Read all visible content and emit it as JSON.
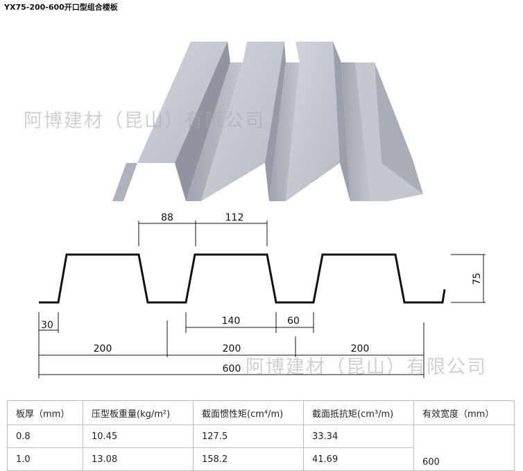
{
  "title": "YX75-200-600开口型组合楼板",
  "watermark": "阿博建材（昆山）有限公司",
  "dimensions": {
    "d88": "88",
    "d112": "112",
    "d75": "75",
    "d30": "30",
    "d140": "140",
    "d60": "60",
    "d200a": "200",
    "d200b": "200",
    "d200c": "200",
    "d600": "600"
  },
  "table": {
    "headers": [
      "板厚（mm）",
      "压型板重量(kg/m²)",
      "截面惯性矩(cm⁴/m)",
      "截面抵抗矩(cm³/m)",
      "有效宽度（mm）"
    ],
    "rows": [
      [
        "0.8",
        "10.45",
        "127.5",
        "33.34"
      ],
      [
        "1.0",
        "13.08",
        "158.2",
        "41.69"
      ]
    ],
    "effective_width": "600"
  }
}
